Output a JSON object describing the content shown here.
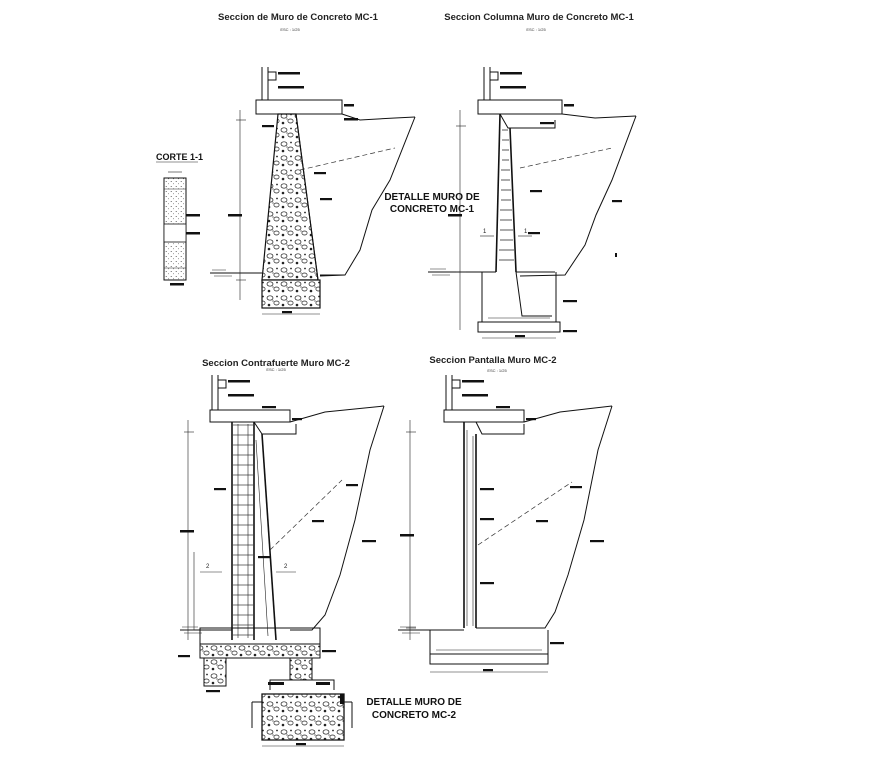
{
  "titles": {
    "mc1_wall": "Seccion de Muro de Concreto MC-1",
    "mc1_column": "Seccion Columna Muro de Concreto MC-1",
    "mc2_buttress": "Seccion Contrafuerte Muro  MC-2",
    "mc2_screen": "Seccion Pantalla Muro MC-2"
  },
  "scales": {
    "mc1_wall": "ESC : 1/25",
    "mc1_column": "ESC : 1/25",
    "mc2_buttress": "ESC : 1/25",
    "mc2_screen": "ESC : 1/25"
  },
  "corte_label": "CORTE  1-1",
  "detail_mc1": {
    "line1": "DETALLE MURO DE",
    "line2": "CONCRETO  MC-1"
  },
  "detail_mc2": {
    "line1": "DETALLE MURO DE",
    "line2": "CONCRETO  MC-2"
  },
  "markers": {
    "col_a": "1",
    "col_b": "1",
    "but_a": "2",
    "but_b": "2"
  }
}
